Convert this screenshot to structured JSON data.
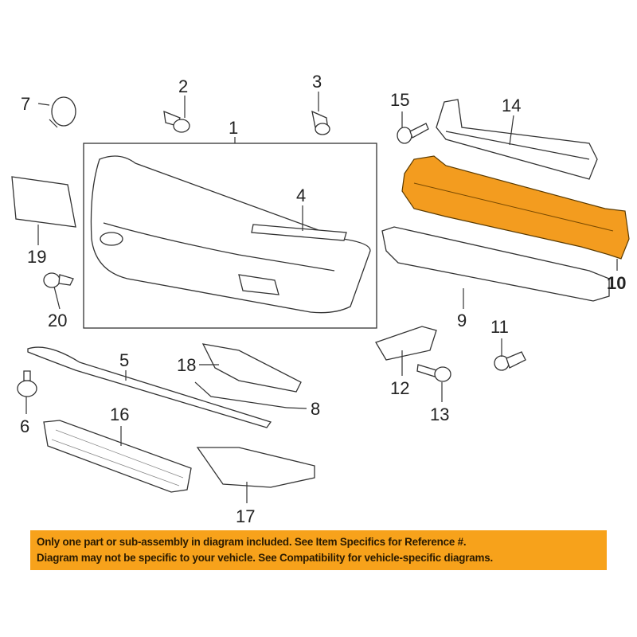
{
  "diagram": {
    "callouts": [
      "1",
      "2",
      "3",
      "4",
      "5",
      "6",
      "7",
      "8",
      "9",
      "10",
      "11",
      "12",
      "13",
      "14",
      "15",
      "16",
      "17",
      "18",
      "19",
      "20"
    ],
    "highlighted_part": "10",
    "highlight_color": "#f39c1f"
  },
  "banner": {
    "line1": "Only one part or sub-assembly in diagram included. See Item Specifics for Reference #.",
    "line2": "Diagram may not be specific to your vehicle. See Compatibility for vehicle-specific diagrams.",
    "color": "#f7a21b"
  }
}
